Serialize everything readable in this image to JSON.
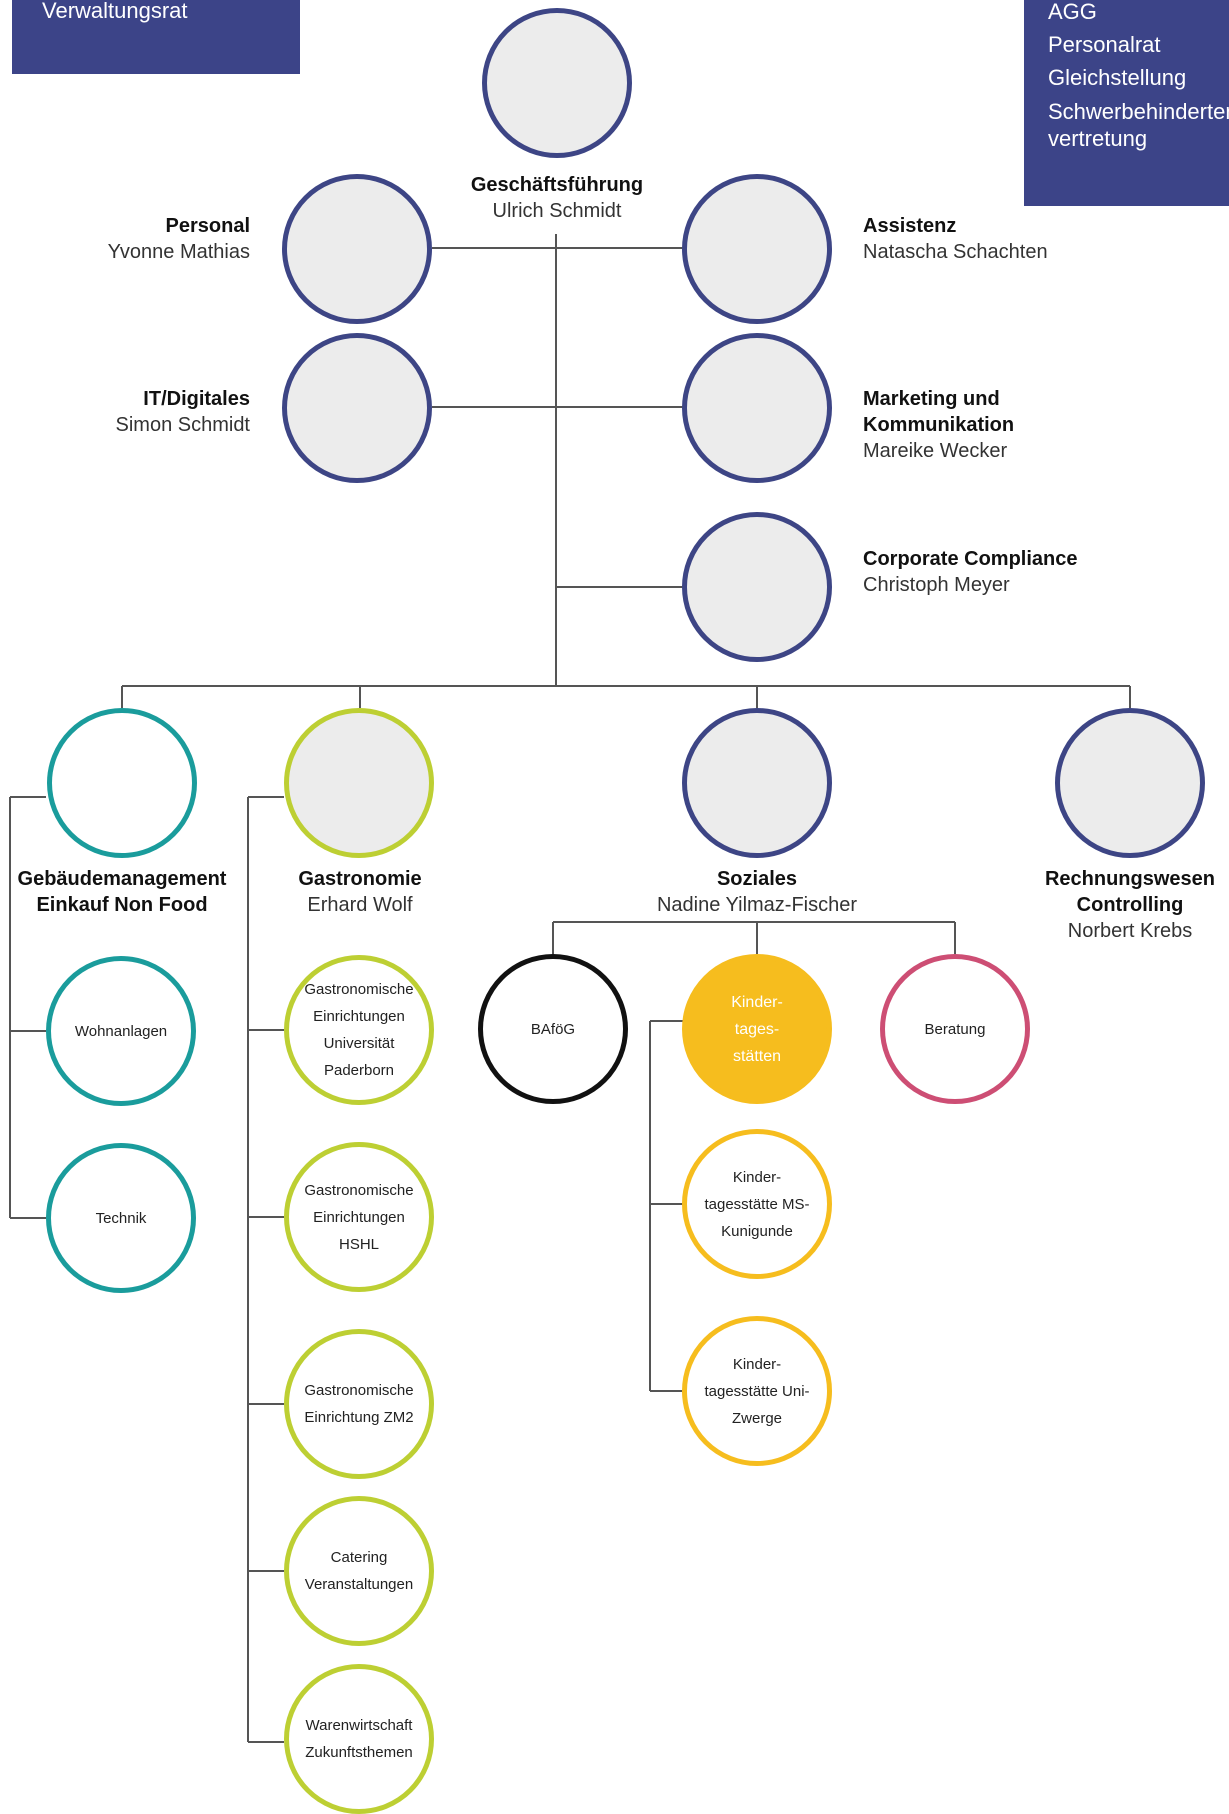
{
  "top_left_box": {
    "lines": [
      "Verwaltungsrat"
    ]
  },
  "top_right_box": {
    "lines": [
      "AGG",
      "Personalrat",
      "Gleichstellung"
    ],
    "wrap_line": "Schwerbehinderten-vertretung"
  },
  "leader": {
    "title": "Geschäftsführung",
    "name": "Ulrich Schmidt"
  },
  "staff_left": [
    {
      "title": "Personal",
      "name": "Yvonne Mathias"
    },
    {
      "title": "IT/Digitales",
      "name": "Simon Schmidt"
    }
  ],
  "staff_right": [
    {
      "title": "Assistenz",
      "name": "Natascha Schachten"
    },
    {
      "title_lines": [
        "Marketing und",
        "Kommunikation"
      ],
      "name": "Mareike Wecker"
    },
    {
      "title": "Corporate Compliance",
      "name": "Christoph Meyer"
    }
  ],
  "departments": {
    "gebaeude": {
      "title_lines": [
        "Gebäudemanagement",
        "Einkauf Non Food"
      ],
      "children": [
        "Wohnanlagen",
        "Technik"
      ]
    },
    "gastro": {
      "title": "Gastronomie",
      "name": "Erhard Wolf",
      "children": [
        [
          "Gastronomische",
          "Einrichtungen",
          "Universität",
          "Paderborn"
        ],
        [
          "Gastronomische",
          "Einrichtungen",
          "HSHL"
        ],
        [
          "Gastronomische",
          "Einrichtung ZM2"
        ],
        [
          "Catering",
          "Veranstaltungen"
        ],
        [
          "Warenwirtschaft",
          "Zukunftsthemen"
        ]
      ]
    },
    "soziales": {
      "title": "Soziales",
      "name": "Nadine Yilmaz-Fischer",
      "children": {
        "bafoeg": [
          "BAföG"
        ],
        "kita": [
          "Kinder-",
          "tages-",
          "stätten"
        ],
        "beratung": [
          "Beratung"
        ],
        "kita_children": [
          [
            "Kinder-",
            "tagesstätte MS-",
            "Kunigunde"
          ],
          [
            "Kinder-",
            "tagesstätte Uni-",
            "Zwerge"
          ]
        ]
      }
    },
    "rechnung": {
      "title_lines": [
        "Rechnungswesen",
        "Controlling"
      ],
      "name": "Norbert Krebs"
    }
  },
  "colors": {
    "navy": "#3d4585",
    "teal": "#1a9c9c",
    "lime": "#bdcf33",
    "gold": "#f6bd1e",
    "pink": "#cd4e74",
    "black": "#111111",
    "line": "#555555"
  }
}
